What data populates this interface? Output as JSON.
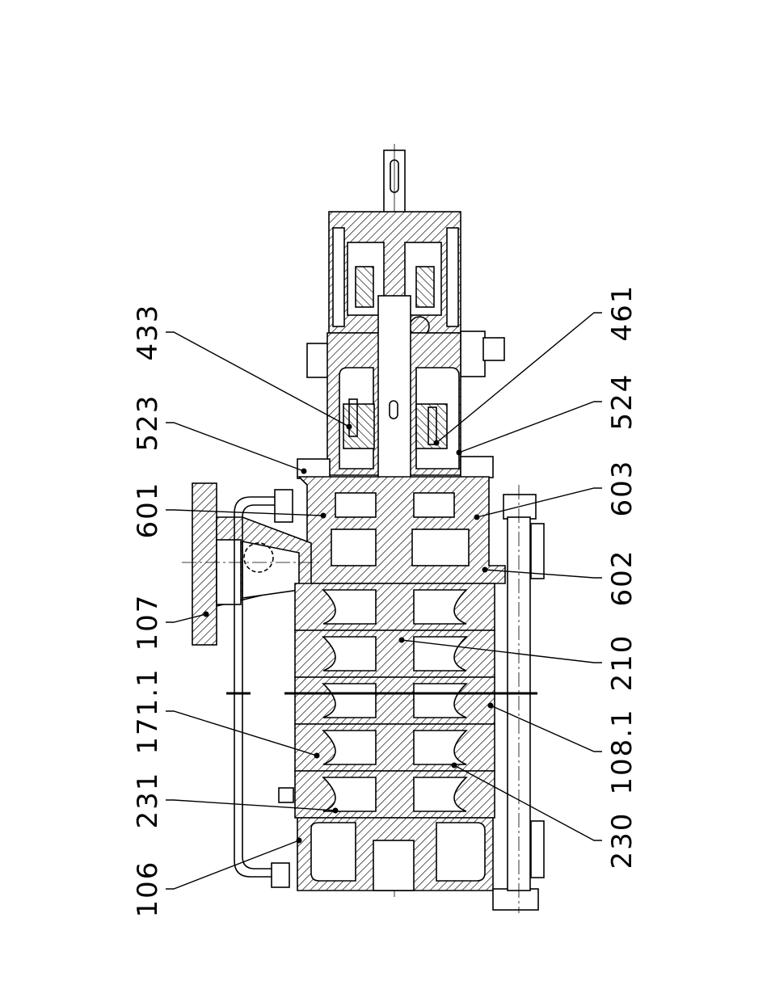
{
  "labels_left": [
    "433",
    "523",
    "601",
    "107",
    "171.1",
    "231",
    "106"
  ],
  "labels_right": [
    "461",
    "524",
    "603",
    "602",
    "210",
    "108.1",
    "230"
  ]
}
